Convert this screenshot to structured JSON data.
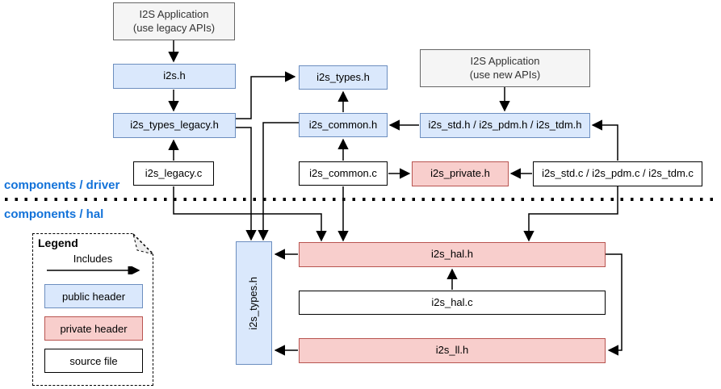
{
  "sections": {
    "driver": "components / driver",
    "hal": "components / hal"
  },
  "nodes": {
    "app_legacy": {
      "line1": "I2S Application",
      "line2": "(use legacy APIs)",
      "type": "application"
    },
    "app_new": {
      "line1": "I2S Application",
      "line2": "(use new APIs)",
      "type": "application"
    },
    "i2s_h": {
      "label": "i2s.h",
      "type": "public header"
    },
    "i2s_types_legacy_h": {
      "label": "i2s_types_legacy.h",
      "type": "public header"
    },
    "i2s_legacy_c": {
      "label": "i2s_legacy.c",
      "type": "source file"
    },
    "i2s_types_h_driver": {
      "label": "i2s_types.h",
      "type": "public header"
    },
    "i2s_common_h": {
      "label": "i2s_common.h",
      "type": "public header"
    },
    "i2s_common_c": {
      "label": "i2s_common.c",
      "type": "source file"
    },
    "i2s_std_pdm_tdm_h": {
      "label": "i2s_std.h / i2s_pdm.h / i2s_tdm.h",
      "type": "public header"
    },
    "i2s_private_h": {
      "label": "i2s_private.h",
      "type": "private header"
    },
    "i2s_std_pdm_tdm_c": {
      "label": "i2s_std.c / i2s_pdm.c / i2s_tdm.c",
      "type": "source file"
    },
    "i2s_types_h_hal": {
      "label": "i2s_types.h",
      "type": "public header"
    },
    "i2s_hal_h": {
      "label": "i2s_hal.h",
      "type": "private header"
    },
    "i2s_hal_c": {
      "label": "i2s_hal.c",
      "type": "source file"
    },
    "i2s_ll_h": {
      "label": "i2s_ll.h",
      "type": "private header"
    }
  },
  "legend": {
    "title": "Legend",
    "includes_label": "Includes",
    "items": [
      {
        "label": "public header",
        "type": "public-header"
      },
      {
        "label": "private header",
        "type": "private-header"
      },
      {
        "label": "source file",
        "type": "source-file"
      }
    ]
  },
  "colors": {
    "public_header_fill": "#dae8fc",
    "public_header_stroke": "#6c8ebf",
    "private_header_fill": "#f8cecc",
    "private_header_stroke": "#b85450",
    "application_fill": "#f5f5f5",
    "application_stroke": "#666666",
    "source_file_fill": "#ffffff",
    "source_file_stroke": "#000000",
    "section_label_text": "#1272d9",
    "connector": "#000000"
  }
}
